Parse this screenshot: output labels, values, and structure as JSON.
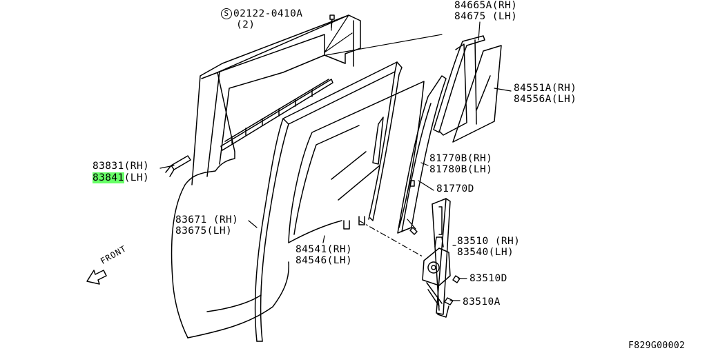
{
  "diagram": {
    "drawing_code": "F829G00002",
    "front_label": "FRONT",
    "parts": {
      "screw": {
        "symbol": "S",
        "code": "02122-0410A",
        "qty": "(2)"
      },
      "partition_glass_seal": {
        "rh": "84665A(RH)",
        "lh": "84675 (LH)"
      },
      "partition_glass": {
        "rh": "84551A(RH)",
        "lh": "84556A(LH)"
      },
      "sash_rear": {
        "rh": "81770B(RH)",
        "lh": "81780B(LH)"
      },
      "sash_bolt": {
        "code": "81770D"
      },
      "moulding": {
        "rh": "83831(RH)",
        "lh_code": "83841",
        "lh_side": "(LH)"
      },
      "run_channel": {
        "rh": "83671 (RH)",
        "lh": "83675(LH)"
      },
      "door_glass": {
        "rh": "84541(RH)",
        "lh": "84546(LH)"
      },
      "regulator": {
        "rh": "83510 (RH)",
        "lh": "83540(LH)"
      },
      "regulator_bolt_d": {
        "code": "83510D"
      },
      "regulator_bolt_a": {
        "code": "83510A"
      }
    },
    "colors": {
      "line": "#000000",
      "highlight": "#66ff66",
      "background": "#ffffff"
    }
  }
}
